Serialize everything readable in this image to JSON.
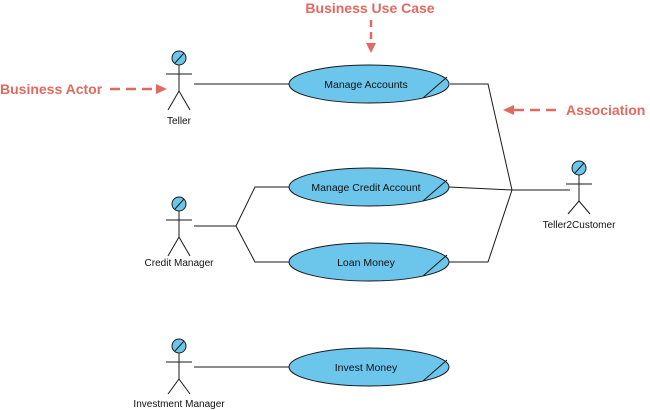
{
  "colors": {
    "callout": "#e06a5f",
    "use_case_fill": "#6cc6ec",
    "use_case_stroke": "#1a1a1a",
    "line": "#1a1a1a",
    "actor_head": "#6cc6ec"
  },
  "actors": [
    {
      "id": "teller",
      "label": "Teller"
    },
    {
      "id": "credit-manager",
      "label": "Credit Manager"
    },
    {
      "id": "investment-manager",
      "label": "Investment Manager"
    },
    {
      "id": "teller2customer",
      "label": "Teller2Customer"
    }
  ],
  "use_cases": [
    {
      "id": "manage-accounts",
      "label": "Manage Accounts"
    },
    {
      "id": "manage-credit-account",
      "label": "Manage Credit Account"
    },
    {
      "id": "loan-money",
      "label": "Loan Money"
    },
    {
      "id": "invest-money",
      "label": "Invest Money"
    }
  ],
  "callouts": {
    "business_use_case": "Business Use Case",
    "business_actor": "Business Actor",
    "association": "Association"
  }
}
